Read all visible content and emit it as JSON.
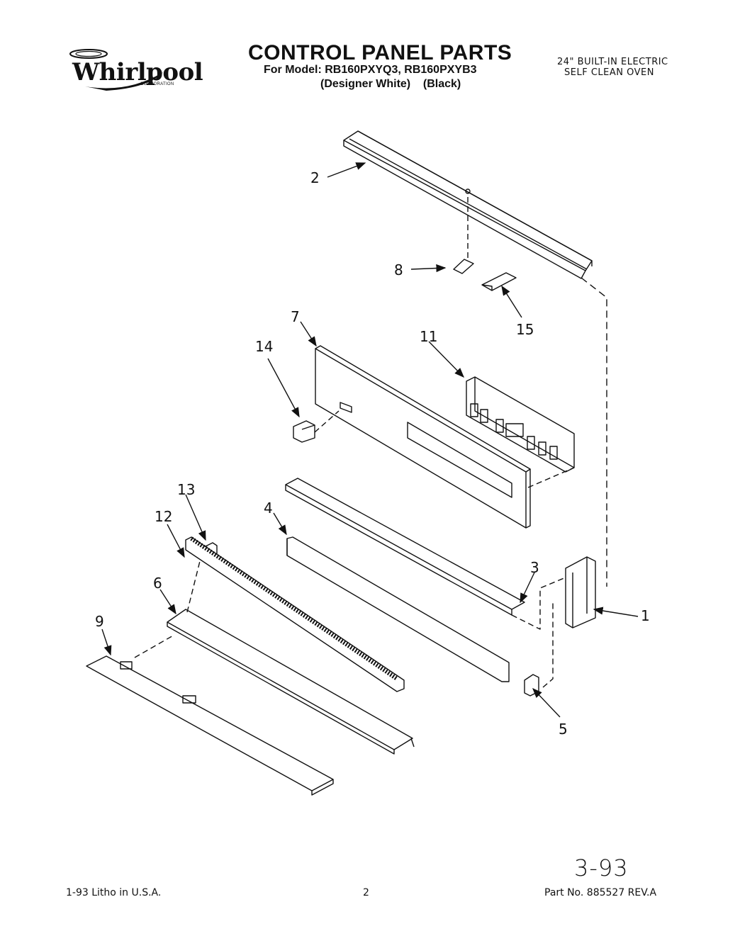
{
  "header": {
    "brand": "Whirlpool",
    "brand_sub": "CORPORATION",
    "title": "CONTROL PANEL PARTS",
    "model_line": "For Model: RB160PXYQ3, RB160PXYB3",
    "variants_line": "(Designer White)    (Black)",
    "description_line1": "24\" BUILT-IN ELECTRIC",
    "description_line2": "SELF CLEAN OVEN"
  },
  "diagram": {
    "part_numbers": {
      "p1": "1",
      "p2": "2",
      "p3": "3",
      "p4": "4",
      "p5": "5",
      "p6": "6",
      "p7": "7",
      "p8": "8",
      "p9": "9",
      "p11": "11",
      "p12": "12",
      "p13": "13",
      "p14": "14",
      "p15": "15"
    }
  },
  "footer": {
    "left": "1-93  Litho in U.S.A.",
    "page": "2",
    "right": "Part No. 885527  REV.A",
    "stamp": "3-93"
  }
}
